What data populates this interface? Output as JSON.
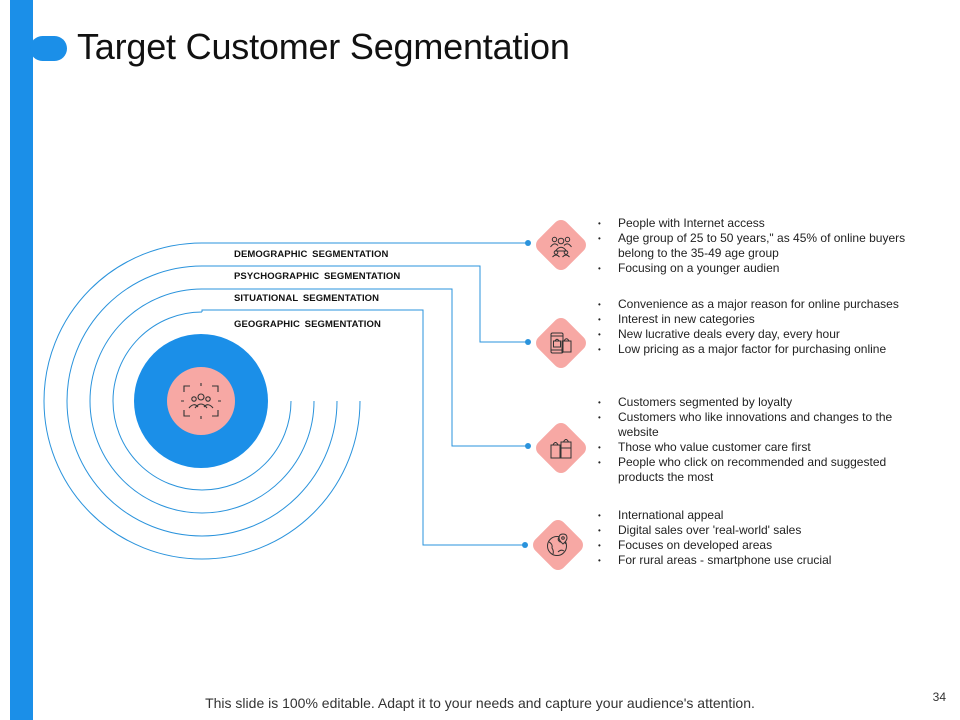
{
  "slide": {
    "title": "Target Customer Segmentation",
    "footer": "This slide is 100% editable. Adapt it to your needs and capture your audience's attention.",
    "page_number": "34"
  },
  "colors": {
    "accent_blue": "#1b8fe8",
    "line_blue": "#2a93dc",
    "badge_pink": "#f7a8a4",
    "icon_dark": "#333333"
  },
  "center": {
    "icon": "target-people-icon"
  },
  "segments": [
    {
      "label": "DEMOGRAPHIC  SEGMENTATION",
      "icon": "people-group-icon",
      "points": [
        "People with Internet access",
        "Age group of 25 to 50 years,\" as 45% of online buyers belong to the 35-49 age group",
        "Focusing on a younger audien"
      ]
    },
    {
      "label": "PSYCHOGRAPHIC  SEGMENTATION",
      "icon": "mobile-shopping-icon",
      "points": [
        "Convenience as a major reason for online purchases",
        "Interest in new categories",
        "New lucrative deals every day, every hour",
        "Low pricing as a major factor for purchasing online"
      ]
    },
    {
      "label": "SITUATIONAL  SEGMENTATION",
      "icon": "shopping-bags-icon",
      "points": [
        "Customers segmented by loyalty",
        "Customers who like innovations and changes to the website",
        "Those who value customer care first",
        "People who click on recommended and suggested products the most"
      ]
    },
    {
      "label": "GEOGRAPHIC  SEGMENTATION",
      "icon": "globe-location-icon",
      "points": [
        "International appeal",
        "Digital sales over 'real-world' sales",
        "Focuses on developed areas",
        "For rural areas - smartphone use crucial"
      ]
    }
  ]
}
